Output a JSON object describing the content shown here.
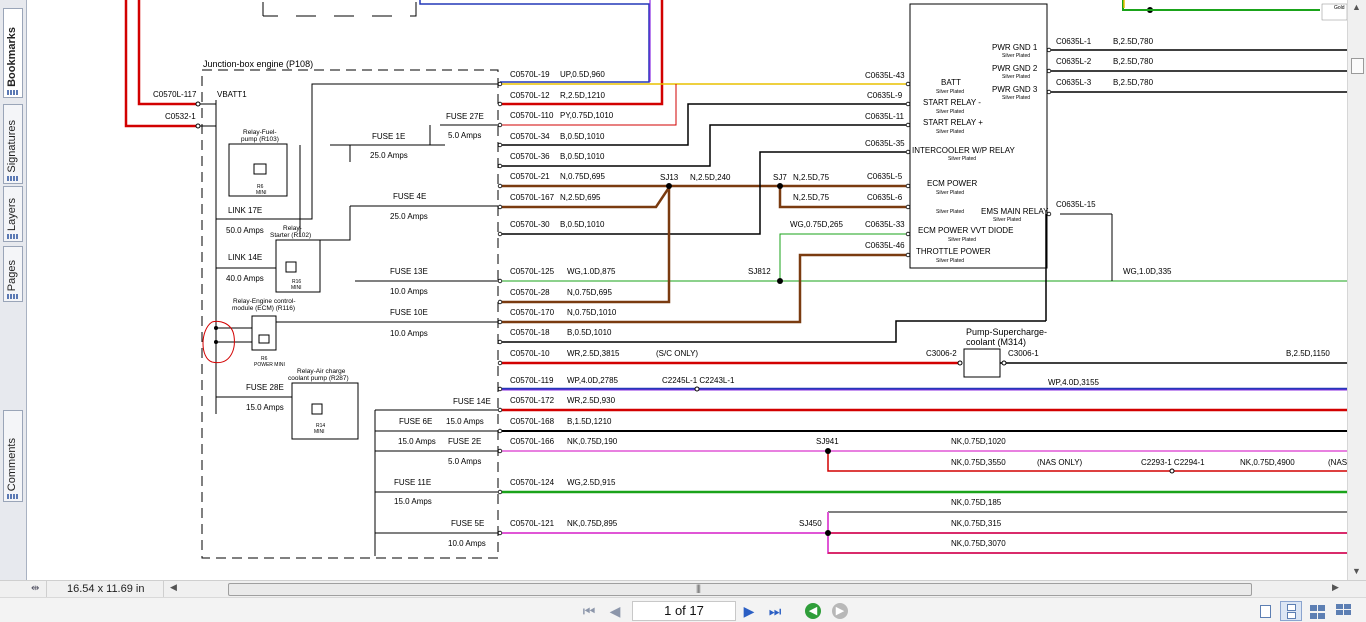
{
  "side_panel": {
    "tabs": [
      {
        "label": "Bookmarks"
      },
      {
        "label": "Signatures"
      },
      {
        "label": "Layers"
      },
      {
        "label": "Pages"
      },
      {
        "label": "Comments"
      }
    ]
  },
  "status": {
    "page_size": "16.54 x 11.69 in"
  },
  "navigation": {
    "page_indicator": "1 of 17"
  },
  "colors": {
    "red": "#d20000",
    "brown": "#7a3b10",
    "blue": "#2438b8",
    "green": "#1aa31a",
    "pink": "#e056d6",
    "yellow": "#e8c000",
    "gray": "#9a9a9a"
  },
  "diagram": {
    "box_title": "Junction-box engine (P108)",
    "left": {
      "c0570l117": "C0570L-117",
      "vbatt1": "VBATT1",
      "c0532_1": "C0532-1",
      "relay_fuel_1": "Relay-Fuel-",
      "relay_fuel_2": "pump (R103)",
      "relay_fuel_r": "R6",
      "relay_fuel_m": "MINI",
      "fuse1e": "FUSE 1E",
      "fuse1e_a": "25.0 Amps",
      "fuse27e": "FUSE 27E",
      "fuse27e_a": "5.0 Amps",
      "link17e": "LINK 17E",
      "link17e_a": "50.0 Amps",
      "fuse4e": "FUSE 4E",
      "fuse4e_a": "25.0 Amps",
      "relay_starter_1": "Relay-",
      "relay_starter_2": "Starter (R102)",
      "link14e": "LINK 14E",
      "link14e_a": "40.0 Amps",
      "relay_starter_r": "R16",
      "relay_starter_m": "MINI",
      "fuse13e": "FUSE 13E",
      "fuse13e_a": "10.0 Amps",
      "relay_ecm_1": "Relay-Engine control-",
      "relay_ecm_2": "module (ECM) (R116)",
      "fuse10e": "FUSE 10E",
      "fuse10e_a": "10.0 Amps",
      "relay_ecm_r": "R6",
      "relay_ecm_m": "POWER MINI",
      "relay_air_1": "Relay-Air charge",
      "relay_air_2": "coolant pump (R287)",
      "fuse28e": "FUSE 28E",
      "fuse28e_a": "15.0 Amps",
      "relay_air_r": "R14",
      "relay_air_m": "MINI",
      "fuse14e": "FUSE 14E",
      "fuse14e_a": "15.0 Amps",
      "fuse6e": "FUSE 6E",
      "fuse6e_a": "15.0 Amps",
      "fuse2e": "FUSE 2E",
      "fuse2e_a": "5.0 Amps",
      "fuse11e": "FUSE 11E",
      "fuse11e_a": "15.0 Amps",
      "fuse5e": "FUSE 5E",
      "fuse5e_a": "10.0 Amps"
    },
    "wires": [
      {
        "connector": "C0570L-19",
        "spec": "UP,0.5D,960"
      },
      {
        "connector": "C0570L-12",
        "spec": "R,2.5D,1210"
      },
      {
        "connector": "C0570L-110",
        "spec": "PY,0.75D,1010"
      },
      {
        "connector": "C0570L-34",
        "spec": "B,0.5D,1010"
      },
      {
        "connector": "C0570L-36",
        "spec": "B,0.5D,1010"
      },
      {
        "connector": "C0570L-21",
        "spec": "N,0.75D,695"
      },
      {
        "connector": "C0570L-167",
        "spec": "N,2.5D,695"
      },
      {
        "connector": "C0570L-30",
        "spec": "B,0.5D,1010"
      },
      {
        "connector": "C0570L-125",
        "spec": "WG,1.0D,875"
      },
      {
        "connector": "C0570L-28",
        "spec": "N,0.75D,695"
      },
      {
        "connector": "C0570L-170",
        "spec": "N,0.75D,1010"
      },
      {
        "connector": "C0570L-18",
        "spec": "B,0.5D,1010"
      },
      {
        "connector": "C0570L-10",
        "spec": "WR,2.5D,3815"
      },
      {
        "connector": "C0570L-119",
        "spec": "WP,4.0D,2785"
      },
      {
        "connector": "C0570L-172",
        "spec": "WR,2.5D,930"
      },
      {
        "connector": "C0570L-168",
        "spec": "B,1.5D,1210"
      },
      {
        "connector": "C0570L-166",
        "spec": "NK,0.75D,190"
      },
      {
        "connector": "C0570L-124",
        "spec": "WG,2.5D,915"
      },
      {
        "connector": "C0570L-121",
        "spec": "NK,0.75D,895"
      }
    ],
    "ecm": {
      "pins": [
        {
          "connector": "C0635L-43",
          "label": "BATT",
          "sub": "Silver Plated"
        },
        {
          "connector": "C0635L-9",
          "label": "START RELAY -",
          "sub": "Silver Plated"
        },
        {
          "connector": "C0635L-11",
          "label": "START RELAY +",
          "sub": "Silver Plated"
        },
        {
          "connector": "C0635L-35",
          "label": "INTERCOOLER W/P RELAY",
          "sub": "Silver Plated"
        },
        {
          "connector": "C0635L-5",
          "label": "ECM POWER",
          "sub": "Silver Plated"
        },
        {
          "connector": "C0635L-6",
          "label": "",
          "sub": "Silver Plated"
        },
        {
          "connector": "C0635L-33",
          "label": "ECM POWER VVT DIODE",
          "sub": "Silver Plated"
        },
        {
          "connector": "C0635L-46",
          "label": "THROTTLE POWER",
          "sub": "Silver Plated"
        }
      ],
      "ems_main_relay": "EMS MAIN RELAY",
      "ems_sub": "Silver Plated",
      "ems_connector": "C0635L-15",
      "grounds": [
        {
          "label": "PWR GND 1",
          "sub": "Silver Plated",
          "connector": "C0635L-1",
          "spec": "B,2.5D,780"
        },
        {
          "label": "PWR GND 2",
          "sub": "Silver Plated",
          "connector": "C0635L-2",
          "spec": "B,2.5D,780"
        },
        {
          "label": "PWR GND 3",
          "sub": "Silver Plated",
          "connector": "C0635L-3",
          "spec": "B,2.5D,780"
        }
      ]
    },
    "splices": {
      "sj13": "SJ13",
      "sj13_spec": "N,2.5D,240",
      "sj7": "SJ7",
      "sj7_spec1": "N,2.5D,75",
      "sj7_spec2": "N,2.5D,75",
      "wg_spec": "WG,0.75D,265",
      "sj812": "SJ812",
      "wg_right": "WG,1.0D,335",
      "sj941": "SJ941",
      "sj450": "SJ450"
    },
    "right": {
      "sc_only": "(S/C ONLY)",
      "c3006_2": "C3006-2",
      "c3006_1": "C3006-1",
      "pump_1": "Pump-Supercharge-",
      "pump_2": "coolant (M314)",
      "pump_spec": "B,2.5D,1150",
      "c2245": "C2245L-1 C2243L-1",
      "wp_spec": "WP,4.0D,3155",
      "nk1020": "NK,0.75D,1020",
      "nk3550": "NK,0.75D,3550",
      "nas_only": "(NAS ONLY)",
      "c2293": "C2293-1 C2294-1",
      "nk4900": "NK,0.75D,4900",
      "nas_cut": "(NAS",
      "nk185": "NK,0.75D,185",
      "nk315": "NK,0.75D,315",
      "nk3070": "NK,0.75D,3070",
      "gold": "Gold"
    }
  }
}
